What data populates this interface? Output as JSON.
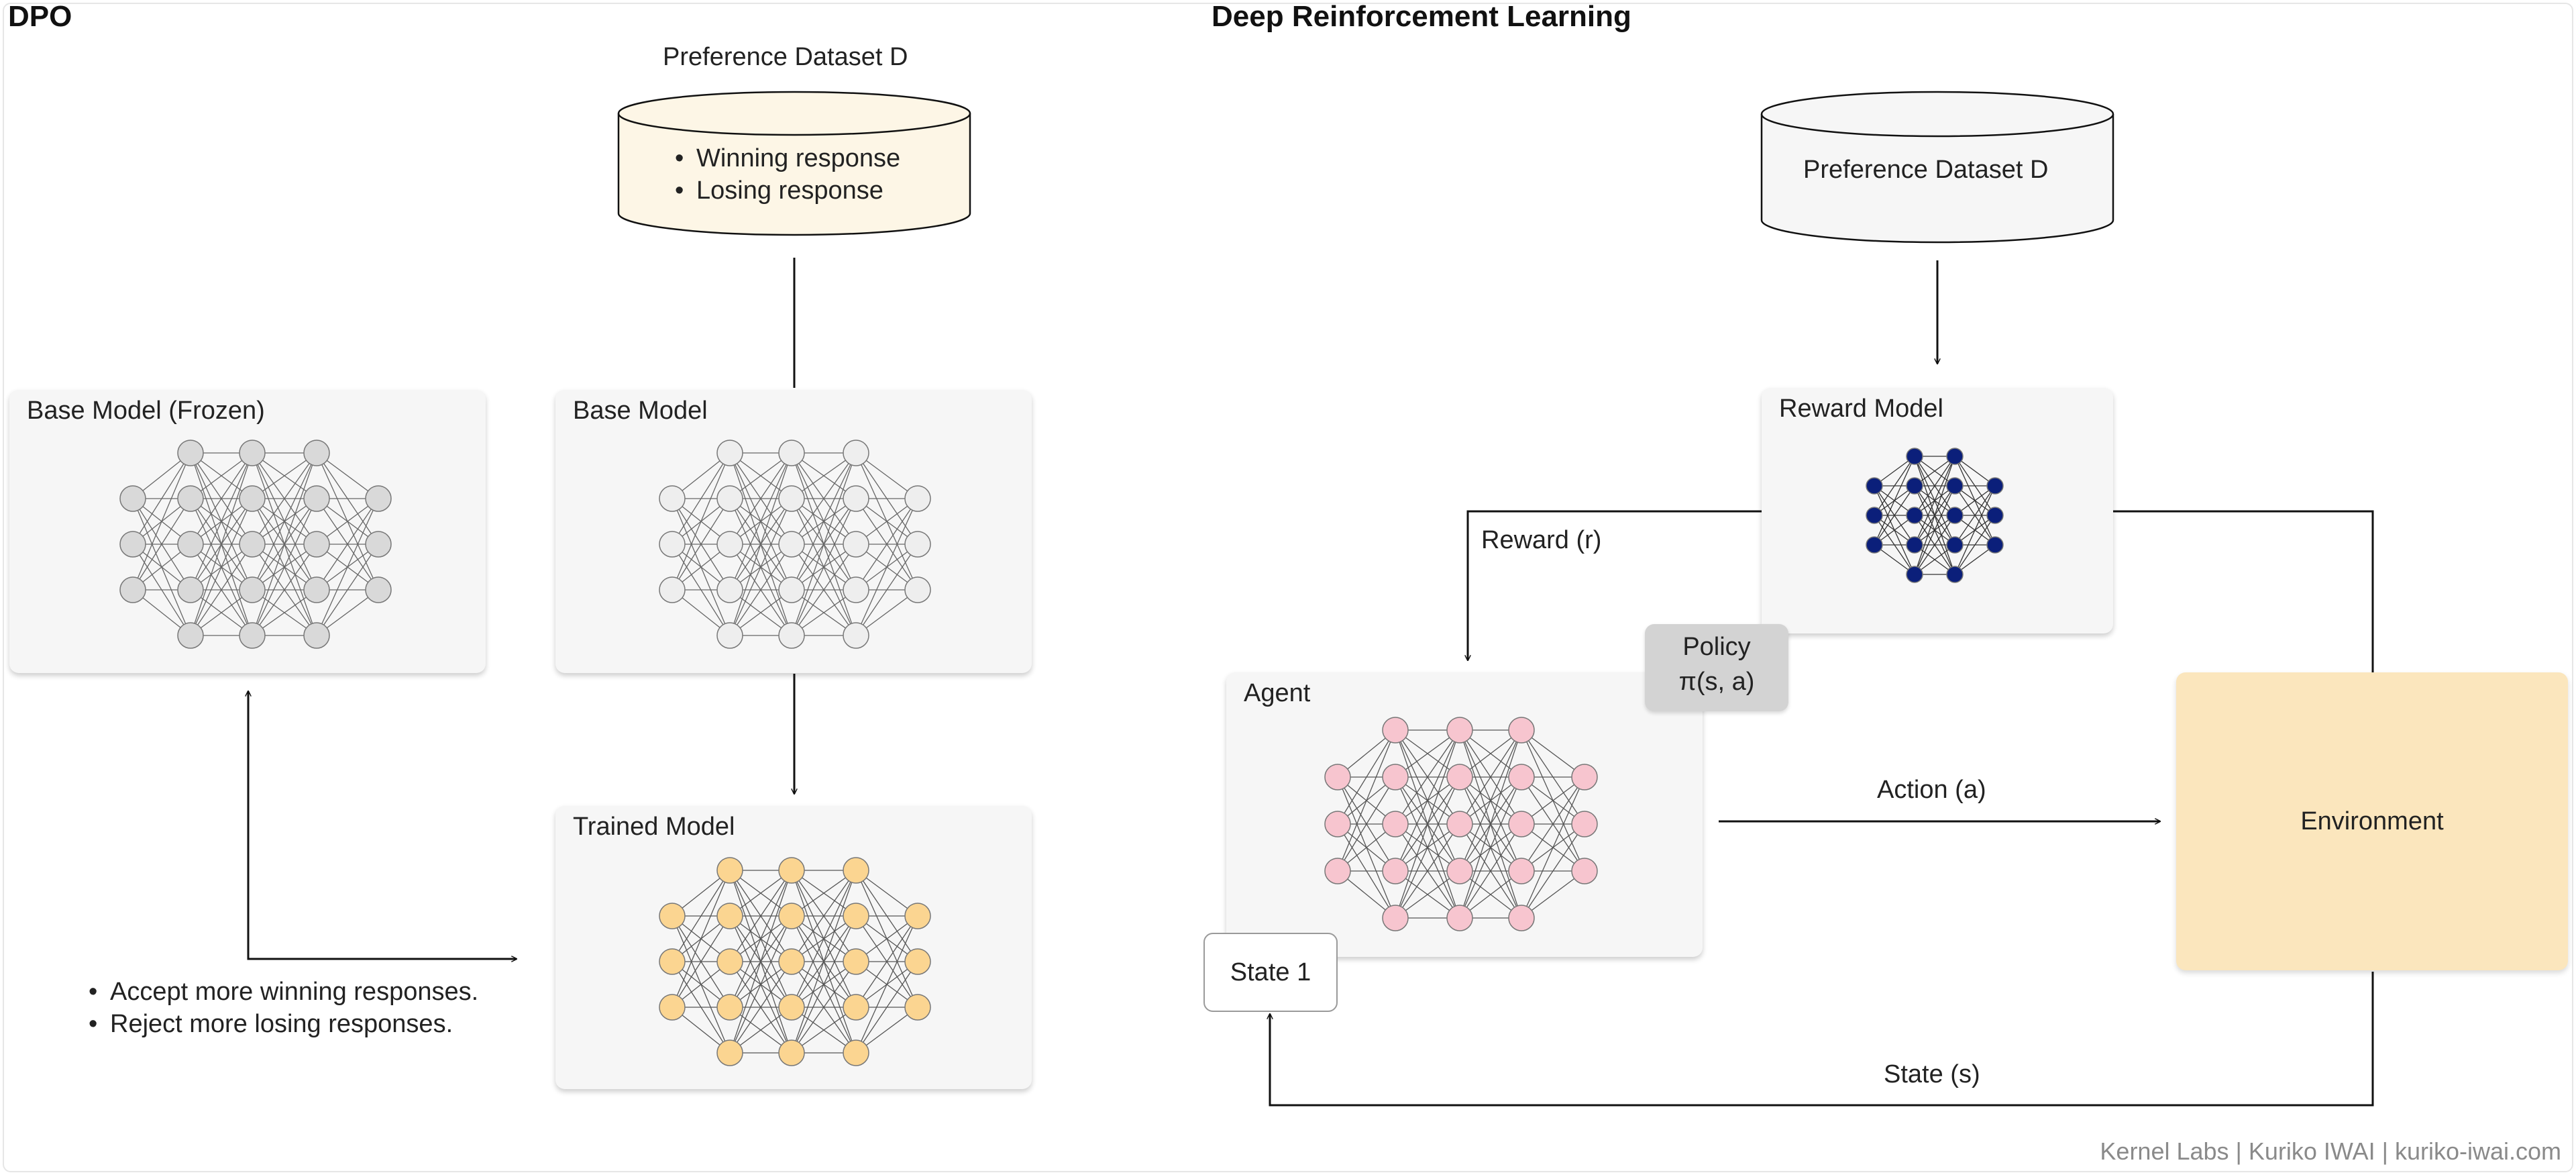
{
  "dpo": {
    "title": "DPO",
    "dataset_title": "Preference Dataset D",
    "dataset_items": [
      "Winning response",
      "Losing response"
    ],
    "frozen_model_label": "Base Model (Frozen)",
    "base_model_label": "Base Model",
    "trained_model_label": "Trained Model",
    "notes": [
      "Accept more winning responses.",
      "Reject more losing responses."
    ],
    "colors": {
      "frozen_nodes": "#d9d9d9",
      "base_nodes": "#eeeeee",
      "trained_nodes": "#fbd591"
    }
  },
  "drl": {
    "title": "Deep Reinforcement Learning",
    "dataset_label": "Preference Dataset D",
    "reward_model_label": "Reward Model",
    "reward_label": "Reward (r)",
    "policy_line1": "Policy",
    "policy_line2": "π(s, a)",
    "agent_label": "Agent",
    "action_label": "Action (a)",
    "environment_label": "Environment",
    "state1_label": "State 1",
    "state_label": "State (s)",
    "colors": {
      "reward_nodes": "#0b1f7a",
      "agent_nodes": "#f7c5cf",
      "environment": "#fbe6bd"
    }
  },
  "footer": "Kernel Labs | Kuriko IWAI | kuriko-iwai.com"
}
